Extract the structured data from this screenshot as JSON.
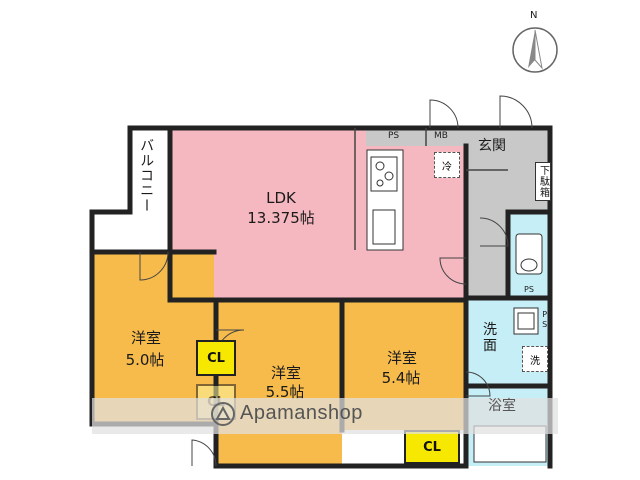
{
  "compass": {
    "north": "N"
  },
  "balcony": {
    "label": "バルコニー"
  },
  "ldk": {
    "name": "LDK",
    "size": "13.375帖"
  },
  "ps_top": "PS",
  "mb": "MB",
  "genkan": "玄関",
  "getabako": "下駄箱",
  "fridge": "冷",
  "ps_toilet": "PS",
  "senmen": "洗面",
  "ps_wash": "PS",
  "washer": "洗",
  "room_left": {
    "name": "洋室",
    "size": "5.0帖"
  },
  "room_mid": {
    "name": "洋室",
    "size": "5.5帖"
  },
  "room_right": {
    "name": "洋室",
    "size": "5.4帖"
  },
  "cl_1": "CL",
  "cl_2": "CL",
  "cl_3": "CL",
  "bath": "浴室",
  "watermark": "Apamanshop",
  "colors": {
    "ldk": "#f5b8c0",
    "western_room": "#f7bb4c",
    "wet_area": "#c6eef7",
    "entrance": "#c8c8c8",
    "closet": "#f6e800",
    "wall": "#222222"
  }
}
